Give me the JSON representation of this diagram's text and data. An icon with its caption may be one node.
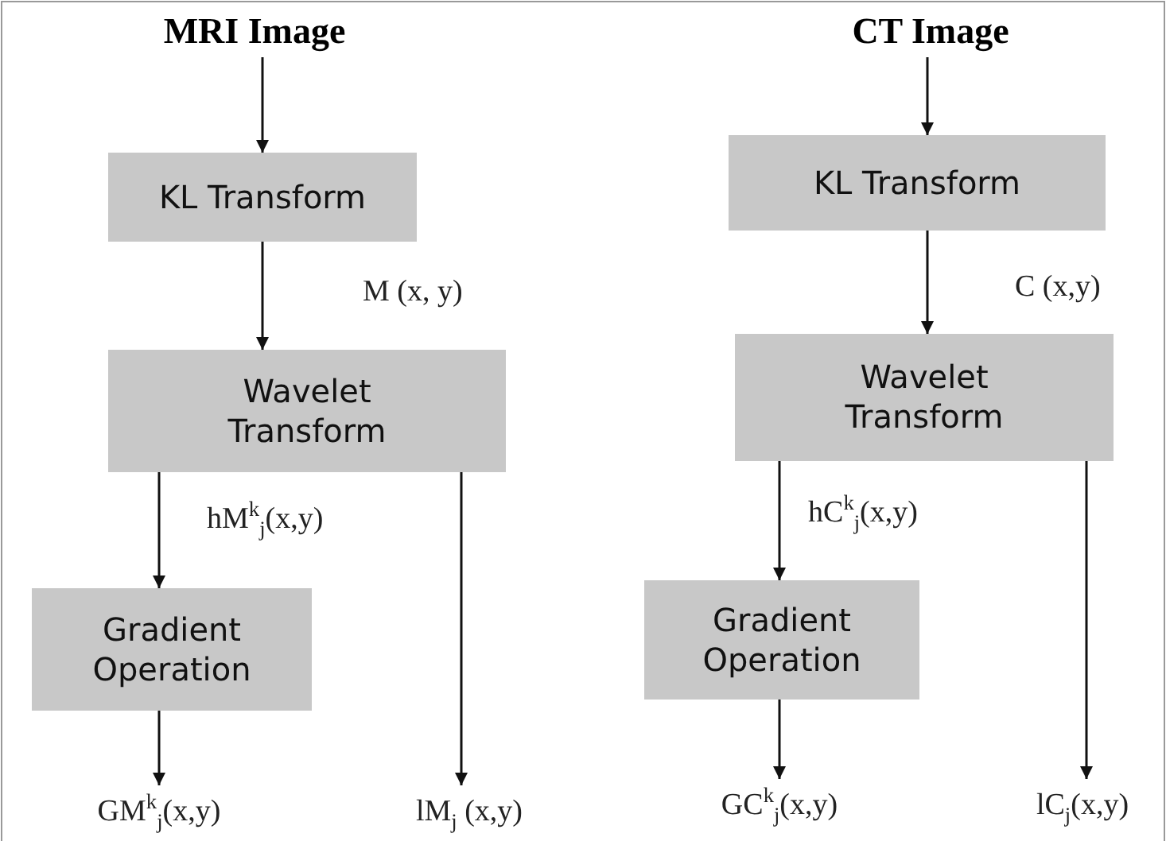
{
  "diagram": {
    "nodes": [
      {
        "text": [
          "MRI Image"
        ]
      },
      {
        "text": [
          "KL Transform"
        ]
      },
      {
        "text": [
          "Wavelet Transform"
        ]
      },
      {
        "text": [
          "Gradient Operation"
        ]
      },
      {
        "text": [
          "GM$^{k}$$_{j}$(x,y)"
        ]
      },
      {
        "text": [
          "lM$_{j}$ (x,y)"
        ]
      },
      {
        "text": [
          "CT Image"
        ]
      },
      {
        "text": [
          "KL Transform"
        ]
      },
      {
        "text": [
          "Wavelet Transform"
        ]
      },
      {
        "text": [
          "Gradient Operation"
        ]
      },
      {
        "text": [
          "GC$^{k}$$_{j}$(x,y)"
        ]
      },
      {
        "text": [
          "lC$_{j}$(x,y)"
        ]
      }
    ],
    "edges": [
      {
        "from": 0,
        "to": 1,
        "arrow": "to"
      },
      {
        "from": 1,
        "to": 2,
        "arrow": "to",
        "label": "M (x, y)"
      },
      {
        "from": 2,
        "to": 3,
        "arrow": "to",
        "label": "hM$^{k}$$_{j}$(x,y)"
      },
      {
        "from": 3,
        "to": 4,
        "arrow": "to"
      },
      {
        "from": 2,
        "to": 5,
        "arrow": "to"
      },
      {
        "from": 6,
        "to": 7,
        "arrow": "to"
      },
      {
        "from": 7,
        "to": 8,
        "arrow": "to",
        "label": "C (x,y)"
      },
      {
        "from": 8,
        "to": 9,
        "arrow": "to",
        "label": "hC$^{k}$$_{j}$(x,y)"
      },
      {
        "from": 9,
        "to": 10,
        "arrow": "to"
      },
      {
        "from": 8,
        "to": 11,
        "arrow": "to"
      }
    ]
  }
}
